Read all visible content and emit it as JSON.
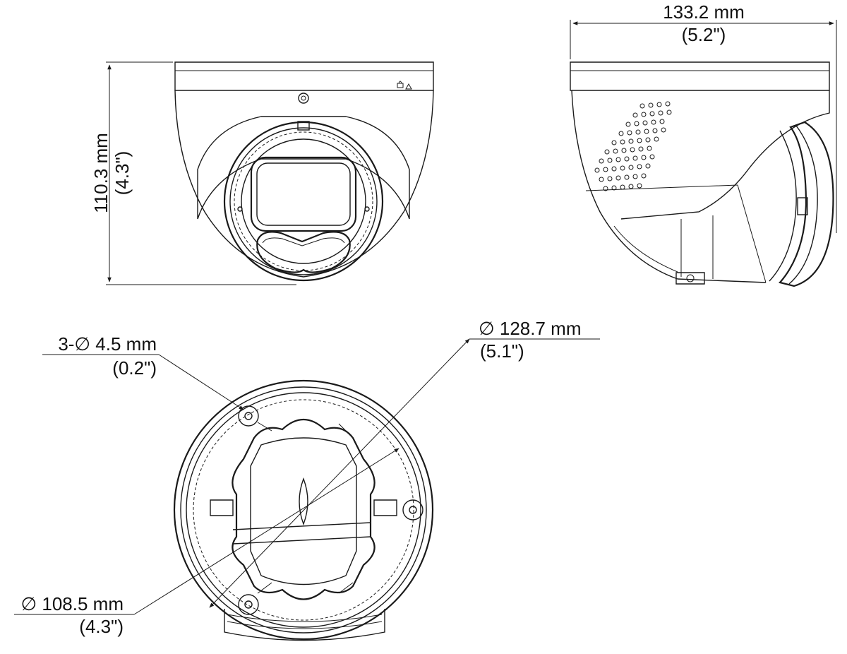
{
  "dimensions": {
    "height": {
      "metric": "110.3 mm",
      "imperial": "(4.3\")"
    },
    "width": {
      "metric": "133.2 mm",
      "imperial": "(5.2\")"
    },
    "hole": {
      "metric": "3-∅ 4.5 mm",
      "imperial": "(0.2\")"
    },
    "outer_diameter": {
      "metric": "∅ 128.7 mm",
      "imperial": "(5.1\")"
    },
    "hole_circle_diameter": {
      "metric": "∅ 108.5 mm",
      "imperial": "(4.3\")"
    }
  },
  "colors": {
    "line": "#1a1a1a",
    "background": "#ffffff"
  }
}
